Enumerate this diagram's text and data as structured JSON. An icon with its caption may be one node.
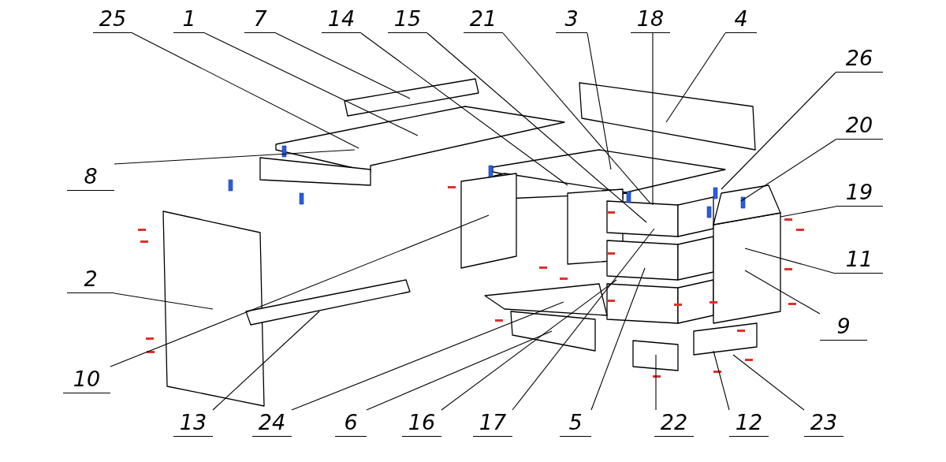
{
  "diagram": {
    "nodes": [
      {
        "text": [
          "25"
        ]
      },
      {
        "text": [
          "1"
        ]
      },
      {
        "text": [
          "7"
        ]
      },
      {
        "text": [
          "14"
        ]
      },
      {
        "text": [
          "15"
        ]
      },
      {
        "text": [
          "21"
        ]
      },
      {
        "text": [
          "3"
        ]
      },
      {
        "text": [
          "18"
        ]
      },
      {
        "text": [
          "4"
        ]
      },
      {
        "text": [
          "26"
        ]
      },
      {
        "text": [
          "20"
        ]
      },
      {
        "text": [
          "8"
        ]
      },
      {
        "text": [
          "19"
        ]
      },
      {
        "text": [
          "2"
        ]
      },
      {
        "text": [
          "11"
        ]
      },
      {
        "text": [
          "9"
        ]
      },
      {
        "text": [
          "10"
        ]
      },
      {
        "text": [
          "13"
        ]
      },
      {
        "text": [
          "24"
        ]
      },
      {
        "text": [
          "6"
        ]
      },
      {
        "text": [
          "16"
        ]
      },
      {
        "text": [
          "17"
        ]
      },
      {
        "text": [
          "5"
        ]
      },
      {
        "text": [
          "22"
        ]
      },
      {
        "text": [
          "12"
        ]
      },
      {
        "text": [
          "23"
        ]
      }
    ],
    "edges": [
      {
        "from": 0,
        "to": null,
        "arrow": "none"
      },
      {
        "from": 1,
        "to": null,
        "arrow": "none"
      },
      {
        "from": 2,
        "to": null,
        "arrow": "none"
      },
      {
        "from": 3,
        "to": null,
        "arrow": "none"
      },
      {
        "from": 4,
        "to": null,
        "arrow": "none"
      },
      {
        "from": 5,
        "to": null,
        "arrow": "none"
      },
      {
        "from": 6,
        "to": null,
        "arrow": "none"
      },
      {
        "from": 7,
        "to": null,
        "arrow": "none"
      },
      {
        "from": 8,
        "to": null,
        "arrow": "none"
      },
      {
        "from": 9,
        "to": null,
        "arrow": "none"
      },
      {
        "from": 10,
        "to": null,
        "arrow": "none"
      },
      {
        "from": 11,
        "to": null,
        "arrow": "none"
      },
      {
        "from": 12,
        "to": null,
        "arrow": "none"
      },
      {
        "from": 13,
        "to": null,
        "arrow": "none"
      },
      {
        "from": 14,
        "to": null,
        "arrow": "none"
      },
      {
        "from": 15,
        "to": null,
        "arrow": "none"
      },
      {
        "from": 16,
        "to": null,
        "arrow": "none"
      },
      {
        "from": 17,
        "to": null,
        "arrow": "none"
      },
      {
        "from": 18,
        "to": null,
        "arrow": "none"
      },
      {
        "from": 19,
        "to": null,
        "arrow": "none"
      },
      {
        "from": 20,
        "to": null,
        "arrow": "none"
      },
      {
        "from": 21,
        "to": null,
        "arrow": "none"
      },
      {
        "from": 22,
        "to": null,
        "arrow": "none"
      },
      {
        "from": 23,
        "to": null,
        "arrow": "none"
      },
      {
        "from": 24,
        "to": null,
        "arrow": "none"
      },
      {
        "from": 25,
        "to": null,
        "arrow": "none"
      }
    ]
  }
}
